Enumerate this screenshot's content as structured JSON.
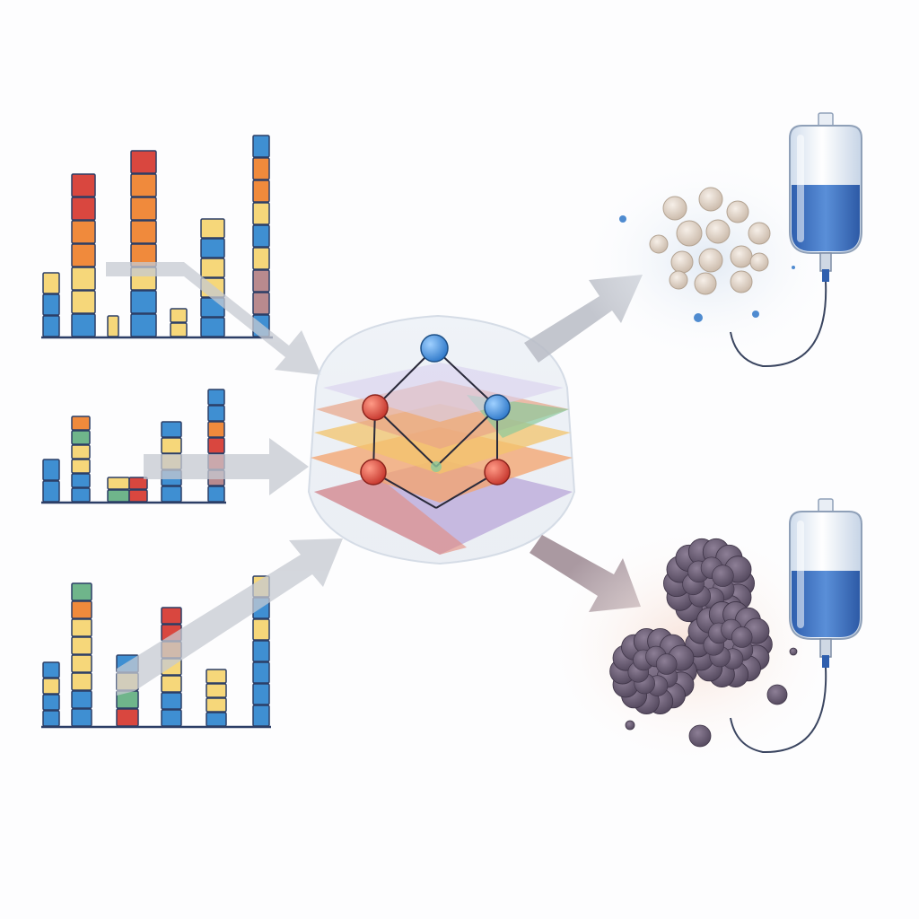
{
  "diagram": {
    "inputs": [
      {
        "name": "profile-chart-1"
      },
      {
        "name": "profile-chart-2"
      },
      {
        "name": "profile-chart-3"
      }
    ],
    "model": {
      "name": "layered-network-model",
      "layers": 5,
      "nodes": 6
    },
    "outputs": [
      {
        "name": "responsive-outcome",
        "cells": "small-light-clusters"
      },
      {
        "name": "resistant-outcome",
        "cells": "large-dark-clusters"
      }
    ],
    "colors": {
      "blue": "#3f8fd2",
      "orange": "#f08a3c",
      "yellow": "#f6d77a",
      "red": "#d9473f",
      "green": "#6fb58b",
      "mauve": "#b98a8e",
      "arrow": "#c4c7cf",
      "arrow_dark": "#9b8a92",
      "bag_fluid": "#3d74c4",
      "cell_light": "#e7ddd4",
      "cell_dark": "#6a5c70"
    }
  }
}
